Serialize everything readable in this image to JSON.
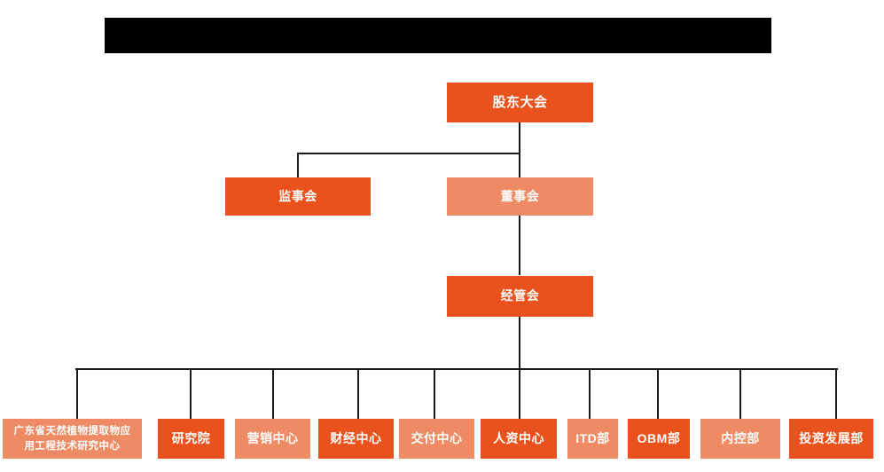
{
  "meta": {
    "title_banner": "",
    "banner_state": "redacted-black-bar"
  },
  "colors": {
    "dark_orange": "#e9521d",
    "light_orange": "#ee8b64",
    "line": "#1a1a1a",
    "banner": "#000000",
    "text": "#ffffff",
    "background": "#ffffff"
  },
  "chart_data": {
    "type": "diagram",
    "diagram_kind": "organization-chart",
    "title": "",
    "levels": [
      {
        "level": 1,
        "nodes": [
          {
            "id": "shareholders",
            "label": "股东大会",
            "tone": "dark"
          }
        ]
      },
      {
        "level": 2,
        "nodes": [
          {
            "id": "supervisors",
            "label": "监事会",
            "tone": "dark"
          },
          {
            "id": "board",
            "label": "董事会",
            "tone": "light"
          }
        ]
      },
      {
        "level": 3,
        "nodes": [
          {
            "id": "management",
            "label": "经管会",
            "tone": "dark"
          }
        ]
      },
      {
        "level": 4,
        "nodes": [
          {
            "id": "research-center",
            "label": "广东省天然植物提取物应\n用工程技术研究中心",
            "tone": "light"
          },
          {
            "id": "institute",
            "label": "研究院",
            "tone": "dark"
          },
          {
            "id": "marketing-center",
            "label": "营销中心",
            "tone": "light"
          },
          {
            "id": "finance-center",
            "label": "财经中心",
            "tone": "dark"
          },
          {
            "id": "delivery-center",
            "label": "交付中心",
            "tone": "light"
          },
          {
            "id": "hr-center",
            "label": "人资中心",
            "tone": "dark"
          },
          {
            "id": "itd-dept",
            "label": "ITD部",
            "tone": "light"
          },
          {
            "id": "obm-dept",
            "label": "OBM部",
            "tone": "dark"
          },
          {
            "id": "internal-control-dept",
            "label": "内控部",
            "tone": "light"
          },
          {
            "id": "investment-dev-dept",
            "label": "投资发展部",
            "tone": "dark"
          }
        ]
      }
    ],
    "edges": [
      {
        "from": "shareholders",
        "to": "supervisors"
      },
      {
        "from": "shareholders",
        "to": "board"
      },
      {
        "from": "board",
        "to": "management"
      },
      {
        "from": "management",
        "to": "research-center"
      },
      {
        "from": "management",
        "to": "institute"
      },
      {
        "from": "management",
        "to": "marketing-center"
      },
      {
        "from": "management",
        "to": "finance-center"
      },
      {
        "from": "management",
        "to": "delivery-center"
      },
      {
        "from": "management",
        "to": "hr-center"
      },
      {
        "from": "management",
        "to": "itd-dept"
      },
      {
        "from": "management",
        "to": "obm-dept"
      },
      {
        "from": "management",
        "to": "internal-control-dept"
      },
      {
        "from": "management",
        "to": "investment-dev-dept"
      }
    ]
  }
}
